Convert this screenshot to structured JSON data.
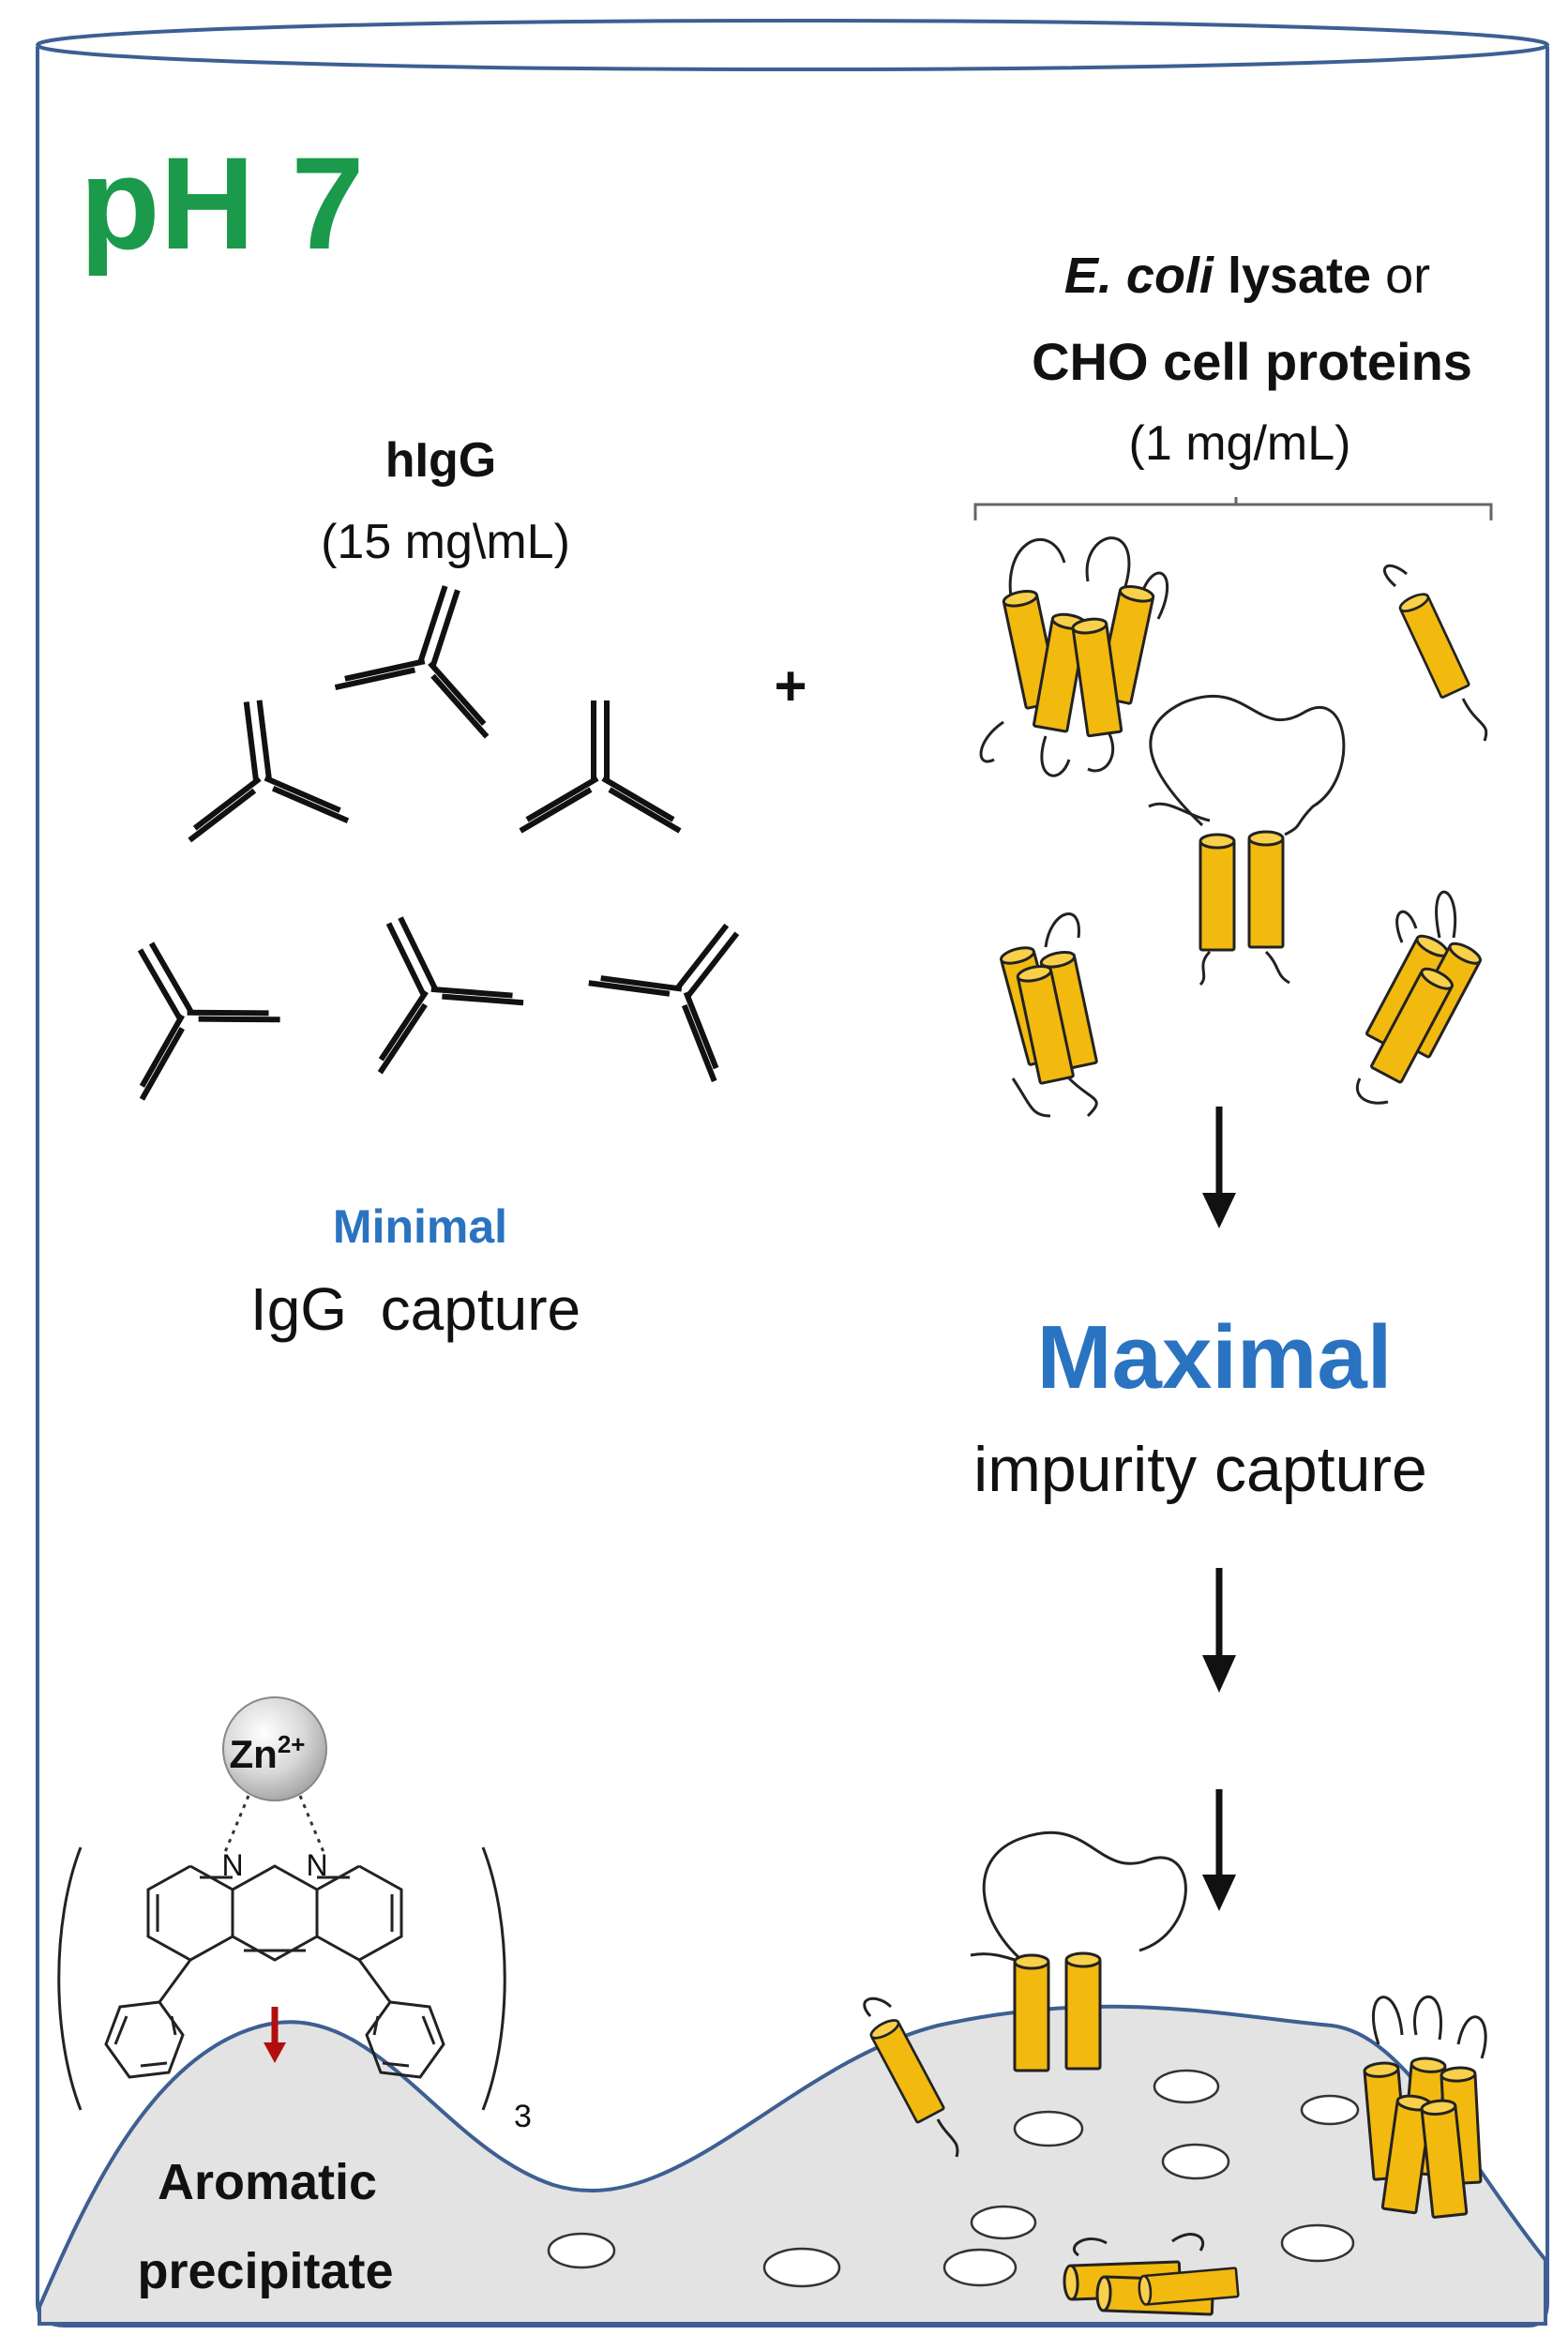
{
  "ph_label": "pH 7",
  "left": {
    "antibody_name": "hIgG",
    "antibody_conc": "(15 mg\\mL)",
    "capture_level": "Minimal",
    "capture_text": "IgG  capture"
  },
  "plus_sign": "+",
  "right": {
    "source_line1_italic": "E. coli",
    "source_line1_bold": " lysate",
    "source_line1_tail": " or",
    "source_line2": "CHO cell proteins",
    "source_conc": "(1 mg/mL)",
    "capture_level": "Maximal",
    "capture_text": "impurity capture"
  },
  "ligand": {
    "metal": "Zn",
    "metal_charge": "2+",
    "atom_n": "N",
    "subscript": "3",
    "precipitate_line1": "Aromatic",
    "precipitate_line2": "precipitate"
  },
  "colors": {
    "ph_green": "#1a9a4a",
    "accent_blue": "#2a73c0",
    "protein_yellow": "#f2b90f",
    "precipitate_gray": "#e3e3e3",
    "outline_blue": "#3d5f93",
    "arrow_red": "#b30e0e"
  }
}
